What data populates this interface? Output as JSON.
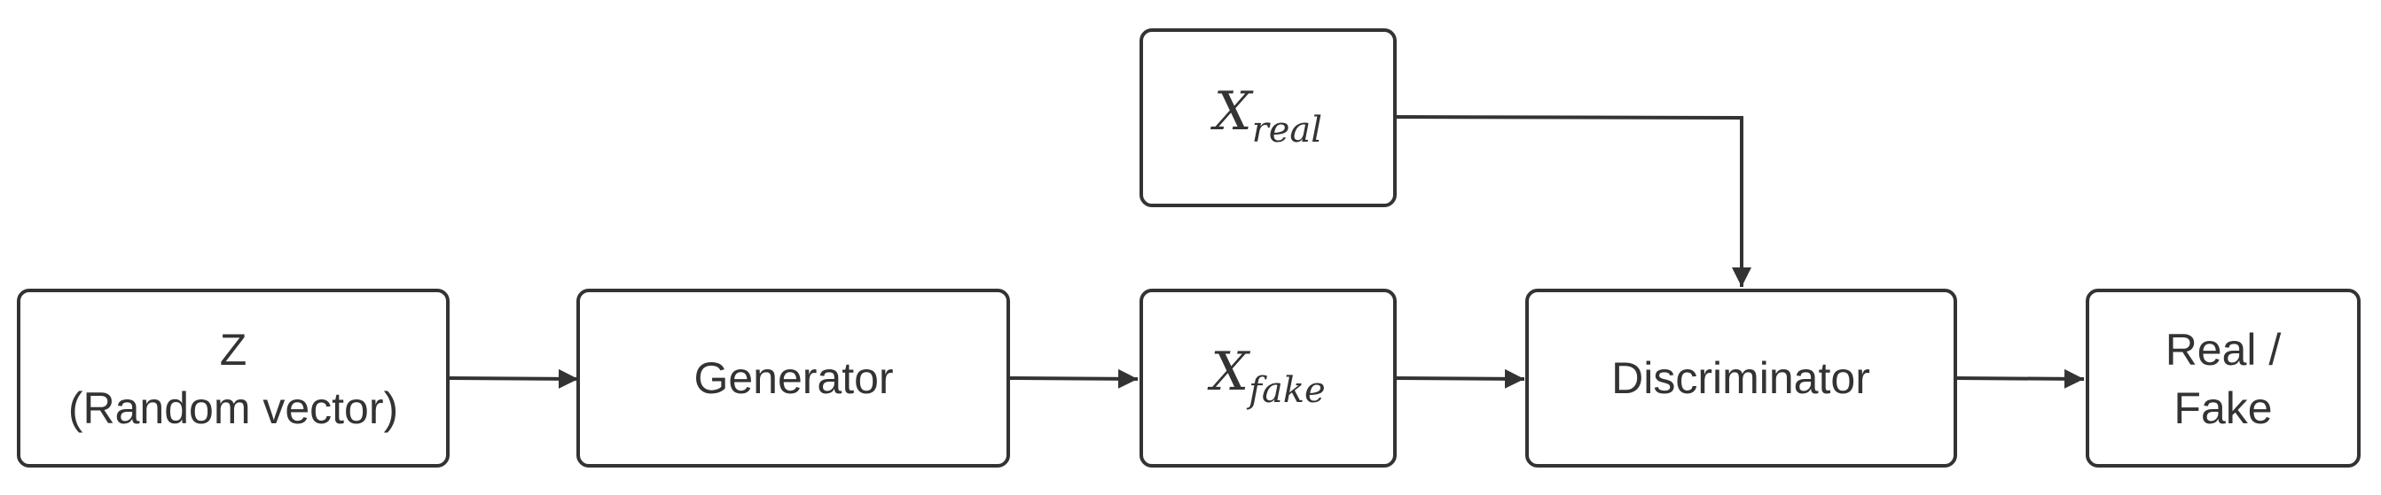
{
  "colors": {
    "stroke": "#333333",
    "fill": "#ffffff",
    "text": "#333333"
  },
  "nodes": {
    "random_vector": {
      "line1": "Z",
      "line2": "(Random vector)"
    },
    "generator": {
      "label": "Generator"
    },
    "x_fake": {
      "base": "X",
      "sub": "fake"
    },
    "x_real": {
      "base": "X",
      "sub": "real"
    },
    "discriminator": {
      "label": "Discriminator"
    },
    "output": {
      "line1": "Real /",
      "line2": "Fake"
    }
  }
}
